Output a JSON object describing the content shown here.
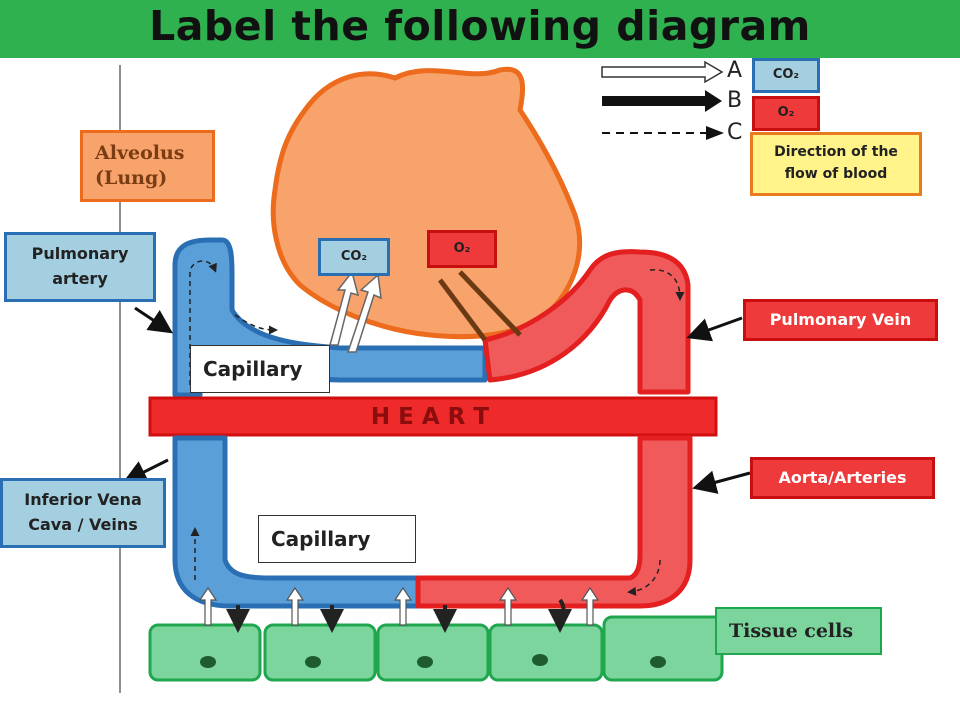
{
  "title": "Label the following diagram",
  "printed_labels": {
    "alveolus": "Alveolus\n(Lung)",
    "capillary_top": "Capillary",
    "capillary_bottom": "Capillary",
    "heart": "H E A R T",
    "tissue_cells": "Tissue cells"
  },
  "legend_letters": [
    "A",
    "B",
    "C"
  ],
  "key": {
    "co2": "CO₂",
    "o2": "O₂",
    "flow": "Direction of the flow of blood"
  },
  "gas_labels": {
    "co2": "CO₂",
    "o2": "O₂"
  },
  "answer_labels": {
    "pulmonary_artery": "Pulmonary artery",
    "inferior_vena_cava": "Inferior Vena Cava / Veins",
    "pulmonary_vein": "Pulmonary Vein",
    "aorta": "Aorta/Arteries"
  },
  "colors": {
    "title_green": "#2fb14f",
    "deoxygenated_blue": "#5b9fd8",
    "oxygenated_red": "#f05a5a",
    "alveolus_orange": "#f7a36b",
    "tissue_green": "#7cd59c"
  }
}
